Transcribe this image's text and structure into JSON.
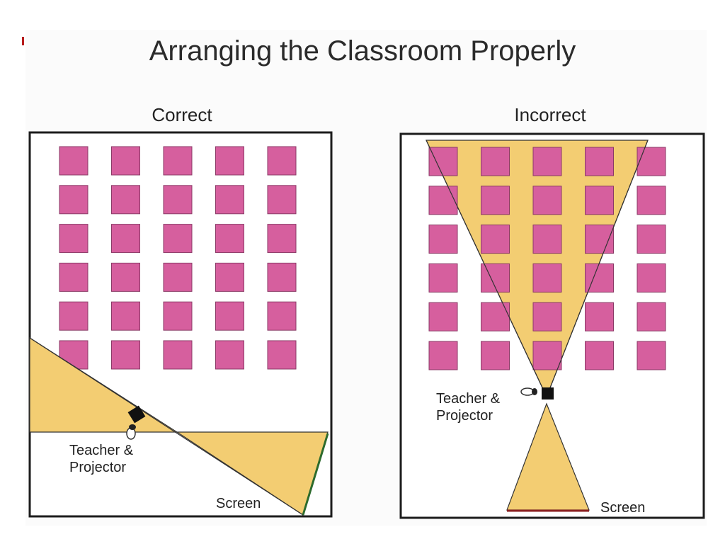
{
  "title": "Arranging the Classroom Properly",
  "colors": {
    "desk": "#d65f9e",
    "desk_edge": "#8a3a66",
    "projection": "#f3cd72",
    "room_border": "#1c1c1c",
    "background": "#ffffff"
  },
  "diagrams": [
    {
      "id": "correct",
      "heading": "Correct",
      "desk_rows": 6,
      "desk_cols": 5,
      "teacher_label": [
        "Teacher &",
        "Projector"
      ],
      "screen_label": "Screen"
    },
    {
      "id": "incorrect",
      "heading": "Incorrect",
      "desk_rows": 6,
      "desk_cols": 5,
      "teacher_label": [
        "Teacher &",
        "Projector"
      ],
      "screen_label": "Screen"
    }
  ]
}
